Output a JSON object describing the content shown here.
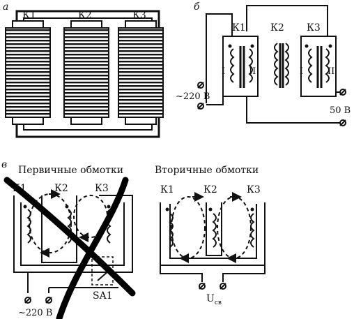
{
  "panels": {
    "a": {
      "label": "а",
      "coils": [
        "К1",
        "К2",
        "К3"
      ]
    },
    "b": {
      "label": "б",
      "coils": [
        "К1",
        "К2",
        "К3"
      ],
      "winding_primary": "I",
      "winding_secondary": "II",
      "input_voltage": "~220 В",
      "output_voltage": "50 В"
    },
    "c": {
      "label": "в",
      "primary_title": "Первичные обмотки",
      "coils": [
        "К1",
        "К2",
        "К3"
      ],
      "switch_label": "SA1",
      "input_voltage": "~220 В"
    },
    "d": {
      "secondary_title": "Вторичные обмотки",
      "coils": [
        "К1",
        "К2",
        "К3"
      ],
      "output_main": "U",
      "output_sub": "св"
    }
  }
}
